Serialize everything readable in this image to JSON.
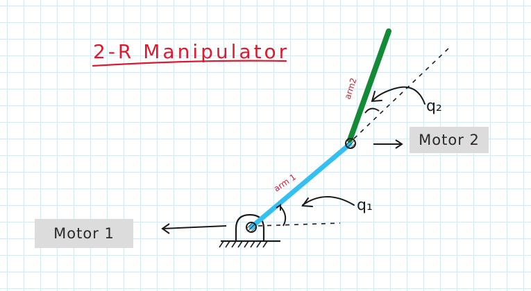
{
  "title": "2-R Manipulator",
  "labels": {
    "arm1": "arm 1",
    "arm2": "arm2",
    "q1": "q₁",
    "q2": "q₂",
    "motor1": "Motor 1",
    "motor2": "Motor 2"
  },
  "colors": {
    "title": "#e0182d",
    "arm1": "#33c0f0",
    "arm2": "#138a36",
    "arm_label": "#e0182d",
    "ink": "#1a1a1a",
    "label_box": "#dcdcdc"
  }
}
